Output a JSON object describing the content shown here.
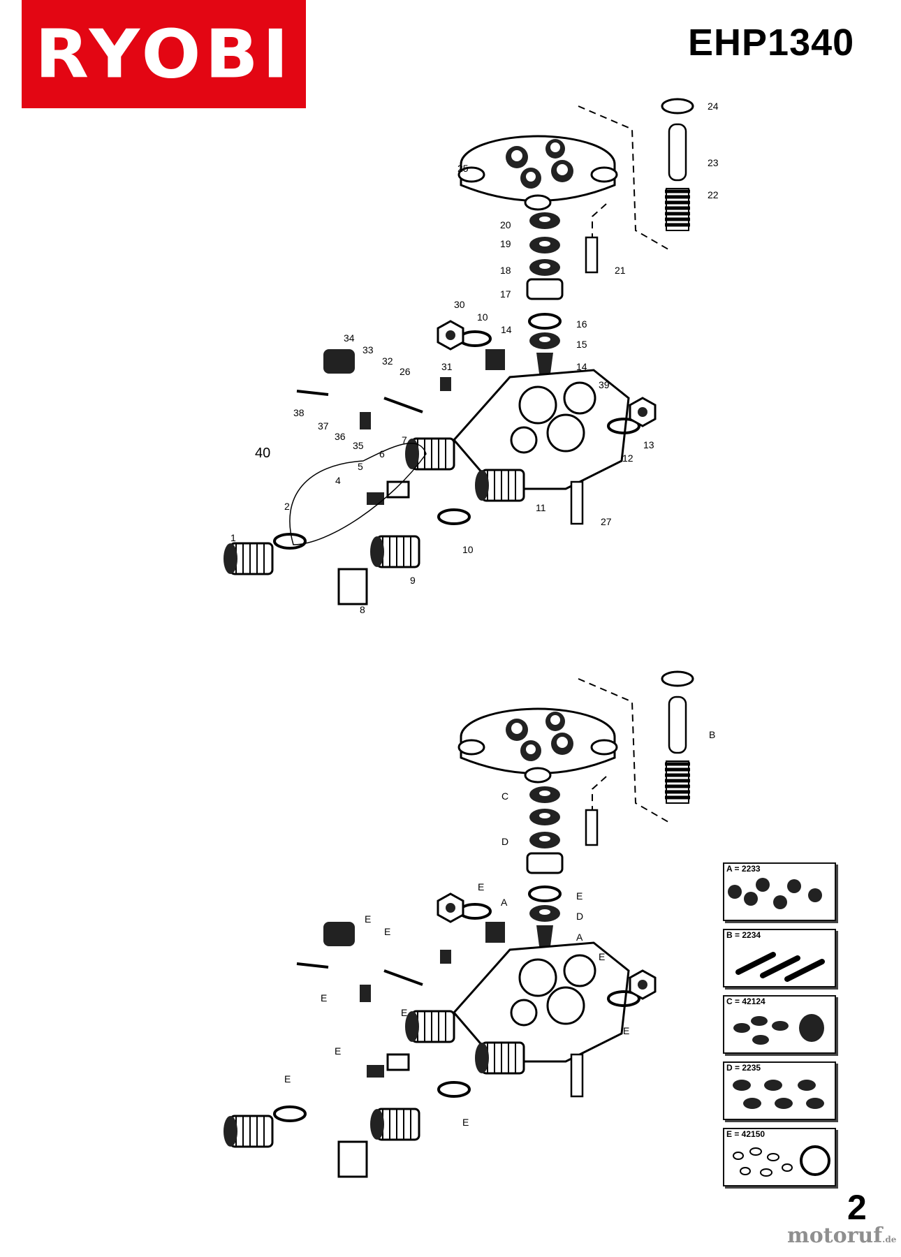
{
  "header": {
    "brand": "RYOBI",
    "model": "EHP1340"
  },
  "diagram_top": {
    "labels": [
      "1",
      "2",
      "4",
      "5",
      "6",
      "7",
      "8",
      "9",
      "10",
      "10",
      "11",
      "12",
      "13",
      "14",
      "14",
      "15",
      "16",
      "17",
      "18",
      "19",
      "20",
      "21",
      "22",
      "23",
      "24",
      "25",
      "26",
      "27",
      "30",
      "31",
      "32",
      "33",
      "34",
      "35",
      "36",
      "37",
      "38",
      "39",
      "40"
    ]
  },
  "diagram_bottom": {
    "labels": [
      "B",
      "C",
      "D",
      "E",
      "D",
      "A",
      "E",
      "E",
      "A",
      "E",
      "E",
      "E",
      "E",
      "E",
      "E",
      "E",
      "E"
    ]
  },
  "kits": [
    {
      "code": "A = 2233"
    },
    {
      "code": "B = 2234"
    },
    {
      "code": "C = 42124"
    },
    {
      "code": "D = 2235"
    },
    {
      "code": "E = 42150"
    }
  ],
  "footer": {
    "page_number": "2",
    "watermark_main": "motoruf",
    "watermark_suffix": ".de"
  }
}
